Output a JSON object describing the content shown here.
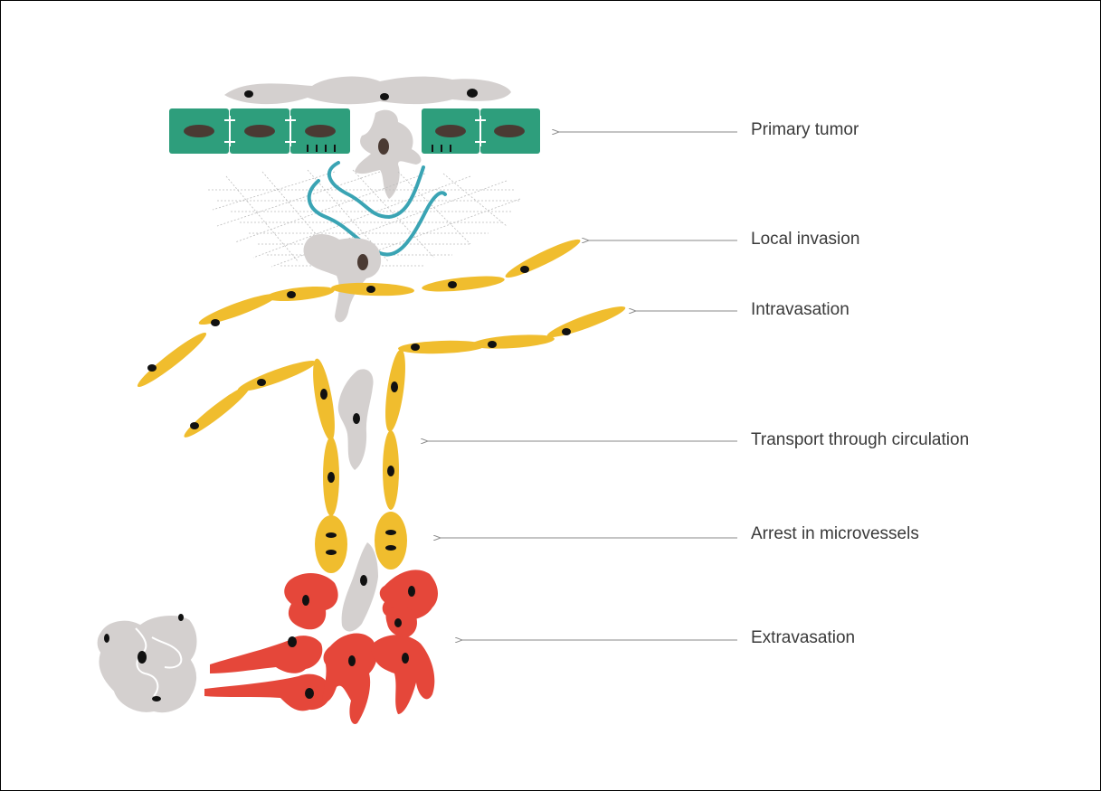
{
  "stages": [
    {
      "id": "primary-tumor",
      "label": "Primary tumor"
    },
    {
      "id": "local-invasion",
      "label": "Local invasion"
    },
    {
      "id": "intravasation",
      "label": "Intravasation"
    },
    {
      "id": "transport",
      "label": "Transport through circulation"
    },
    {
      "id": "arrest",
      "label": "Arrest in microvessels"
    },
    {
      "id": "extravasation",
      "label": "Extravasation"
    }
  ],
  "colors": {
    "epithelium": "#2e9e7c",
    "endothelium": "#f0bd2e",
    "tumor_cell": "#d4d0cf",
    "ecm_fiber": "#3aa4b4",
    "stroma": "#e5473a",
    "nucleus": "#111111",
    "epithelial_nucleus": "#4a3a33",
    "arrow": "#8a8a8a"
  }
}
